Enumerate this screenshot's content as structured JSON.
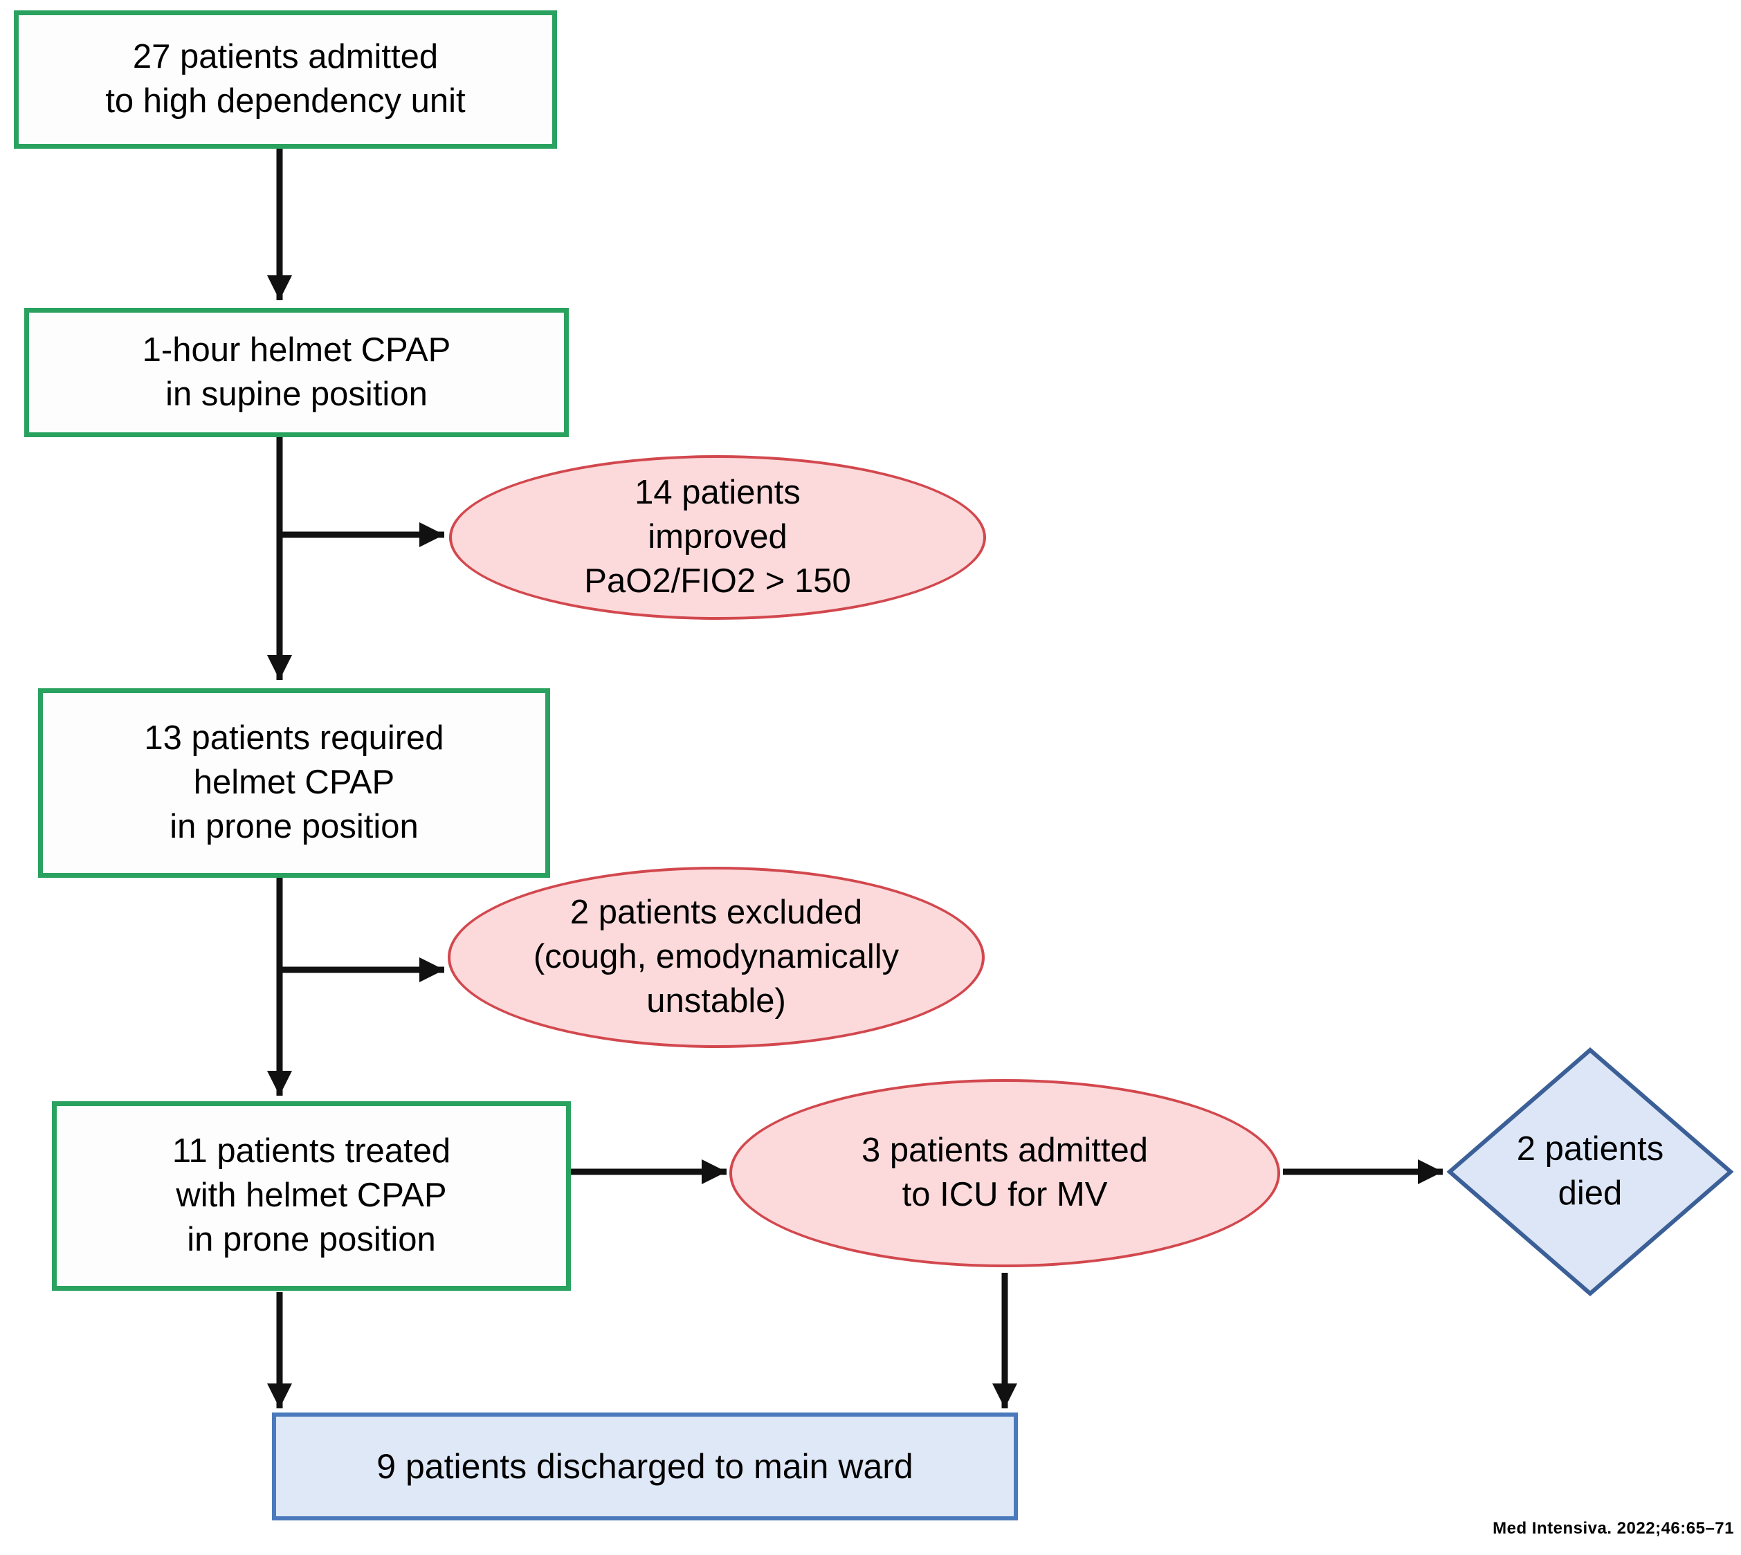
{
  "flowchart": {
    "box_admitted": {
      "lines": [
        "27 patients admitted",
        "to high dependency unit"
      ]
    },
    "box_supine": {
      "lines": [
        "1-hour helmet CPAP",
        "in supine position"
      ]
    },
    "ellipse_improved": {
      "lines": [
        "14 patients",
        "improved",
        "PaO2/FIO2 > 150"
      ]
    },
    "box_required_prone": {
      "lines": [
        "13 patients required",
        "helmet CPAP",
        "in prone position"
      ]
    },
    "ellipse_excluded": {
      "lines": [
        "2 patients excluded",
        "(cough, emodynamically",
        "unstable)"
      ]
    },
    "box_treated_prone": {
      "lines": [
        "11 patients treated",
        "with helmet CPAP",
        "in prone position"
      ]
    },
    "ellipse_icu": {
      "lines": [
        "3 patients admitted",
        "to ICU for MV"
      ]
    },
    "diamond_died": {
      "lines": [
        "2 patients",
        "died"
      ]
    },
    "box_discharged": {
      "lines": [
        "9 patients discharged to main ward"
      ]
    }
  },
  "citation": "Med Intensiva. 2022;46:65–71",
  "colors": {
    "process_box_border": "#2aa25f",
    "exclusion_ellipse_fill": "#fcdadb",
    "exclusion_ellipse_border": "#d2484e",
    "diamond_fill": "#dce6f6",
    "diamond_border": "#3b5f97",
    "outcome_box_fill": "#dfe8f7",
    "outcome_box_border": "#4a7abc",
    "arrow": "#111111"
  }
}
